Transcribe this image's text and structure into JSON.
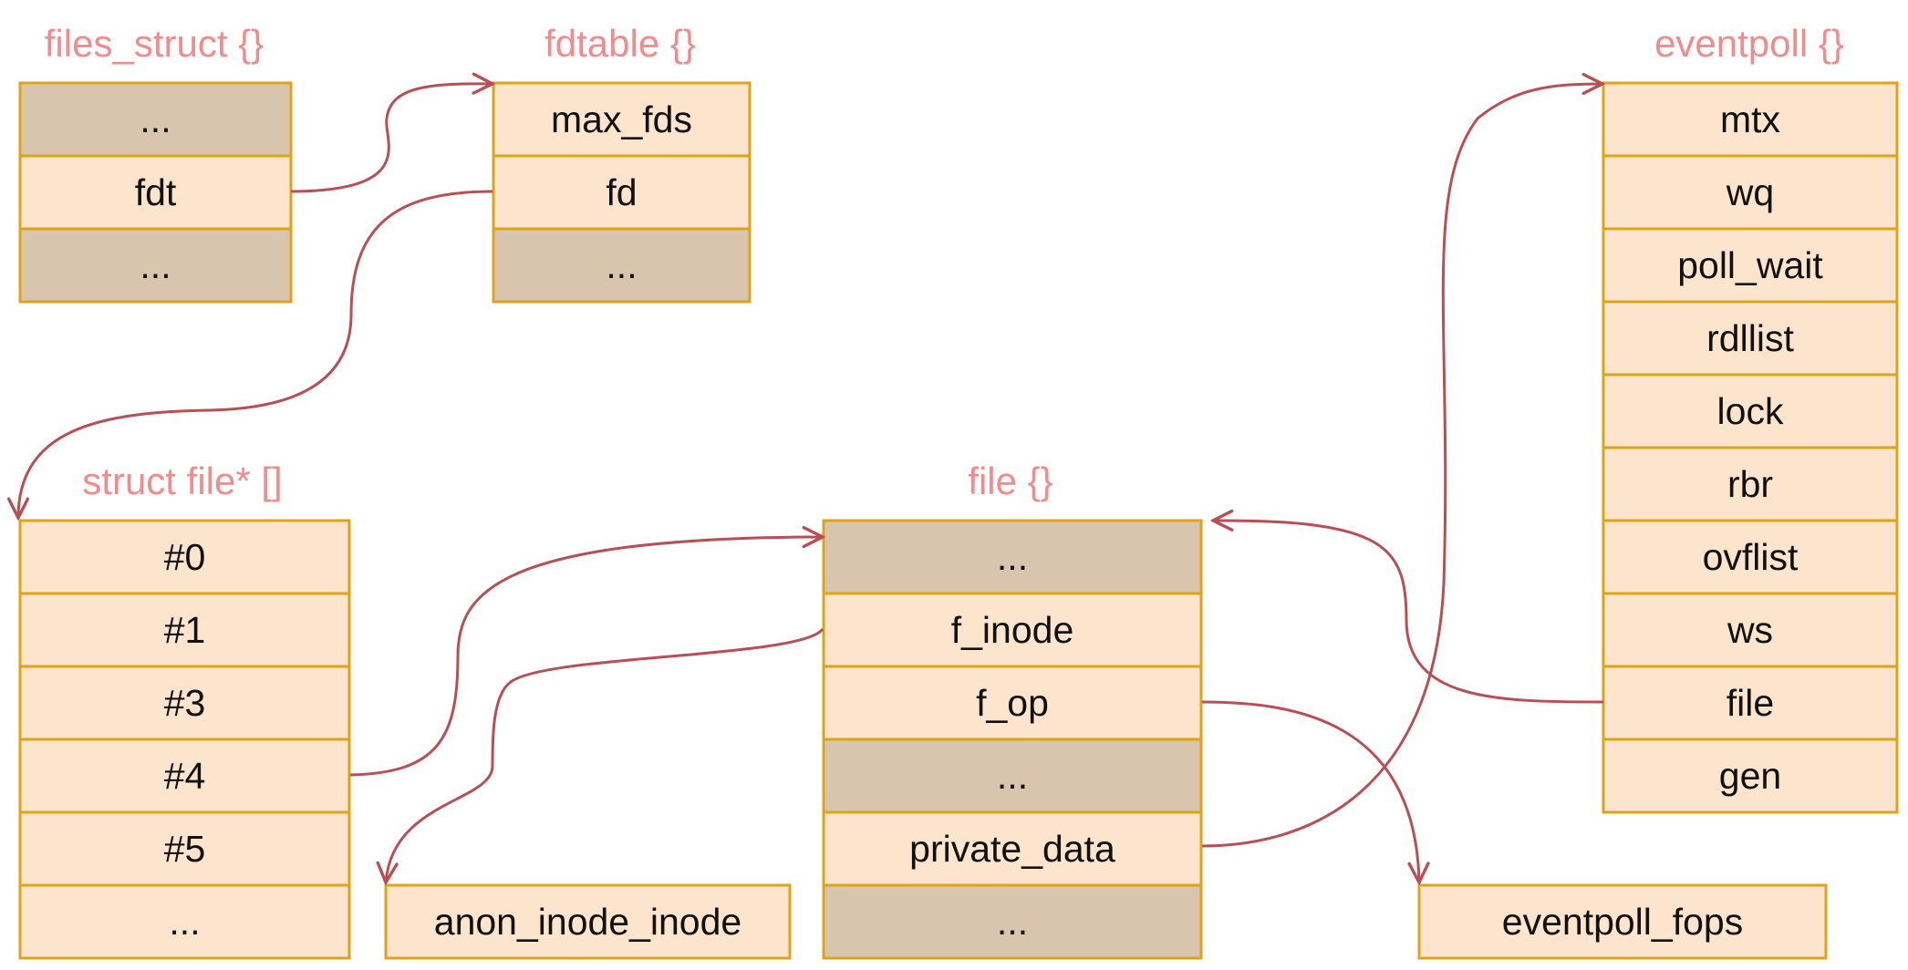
{
  "colors": {
    "cell_fill": "#fde4cc",
    "gap_fill": "#d9c4ad",
    "border": "#dea316",
    "title": "#f28b8b",
    "arrow": "#b94f54"
  },
  "structs": {
    "files_struct": {
      "title": "files_struct {}",
      "fields": [
        {
          "label": "...",
          "kind": "gap"
        },
        {
          "label": "fdt",
          "kind": "field"
        },
        {
          "label": "...",
          "kind": "gap"
        }
      ]
    },
    "fdtable": {
      "title": "fdtable {}",
      "fields": [
        {
          "label": "max_fds",
          "kind": "field"
        },
        {
          "label": "fd",
          "kind": "field"
        },
        {
          "label": "...",
          "kind": "gap"
        }
      ]
    },
    "file_array": {
      "title": "struct file* []",
      "fields": [
        {
          "label": "#0",
          "kind": "field"
        },
        {
          "label": "#1",
          "kind": "field"
        },
        {
          "label": "#3",
          "kind": "field"
        },
        {
          "label": "#4",
          "kind": "field"
        },
        {
          "label": "#5",
          "kind": "field"
        },
        {
          "label": "...",
          "kind": "field"
        }
      ]
    },
    "file": {
      "title": "file {}",
      "fields": [
        {
          "label": "...",
          "kind": "gap"
        },
        {
          "label": "f_inode",
          "kind": "field"
        },
        {
          "label": "f_op",
          "kind": "field"
        },
        {
          "label": "...",
          "kind": "gap"
        },
        {
          "label": "private_data",
          "kind": "field"
        },
        {
          "label": "...",
          "kind": "gap"
        }
      ]
    },
    "eventpoll": {
      "title": "eventpoll {}",
      "fields": [
        {
          "label": "mtx",
          "kind": "field"
        },
        {
          "label": "wq",
          "kind": "field"
        },
        {
          "label": "poll_wait",
          "kind": "field"
        },
        {
          "label": "rdllist",
          "kind": "field"
        },
        {
          "label": "lock",
          "kind": "field"
        },
        {
          "label": "rbr",
          "kind": "field"
        },
        {
          "label": "ovflist",
          "kind": "field"
        },
        {
          "label": "ws",
          "kind": "field"
        },
        {
          "label": "file",
          "kind": "field"
        },
        {
          "label": "gen",
          "kind": "field"
        }
      ]
    },
    "anon_inode_inode": {
      "title": "",
      "fields": [
        {
          "label": "anon_inode_inode",
          "kind": "field"
        }
      ]
    },
    "eventpoll_fops": {
      "title": "",
      "fields": [
        {
          "label": "eventpoll_fops",
          "kind": "field"
        }
      ]
    }
  },
  "edges": [
    {
      "from": "files_struct.fdt",
      "to": "fdtable"
    },
    {
      "from": "fdtable.fd",
      "to": "file_array"
    },
    {
      "from": "file_array.#4",
      "to": "file"
    },
    {
      "from": "file.f_inode",
      "to": "anon_inode_inode"
    },
    {
      "from": "file.f_op",
      "to": "eventpoll_fops"
    },
    {
      "from": "file.private_data",
      "to": "eventpoll"
    },
    {
      "from": "eventpoll.file",
      "to": "file"
    }
  ]
}
